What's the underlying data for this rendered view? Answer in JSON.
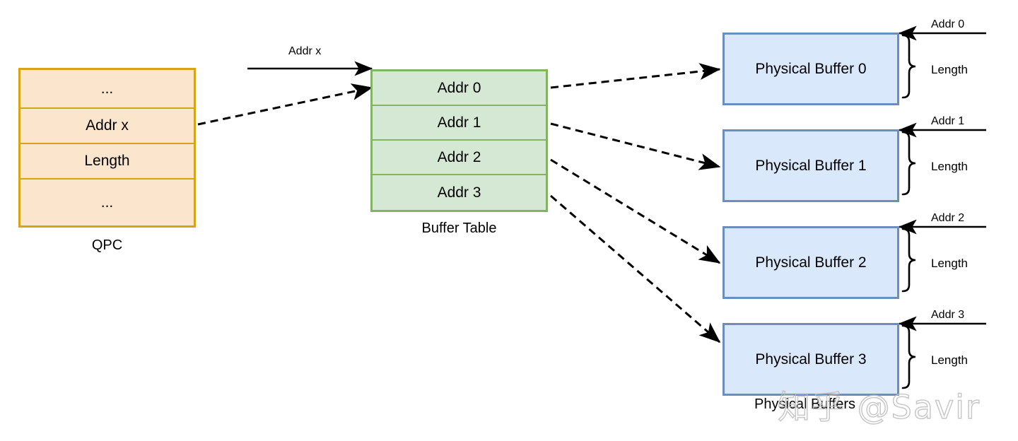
{
  "diagram": {
    "title": "RDMA buffer table address translation diagram",
    "colors": {
      "qpc_border": "#d6a417",
      "qpc_fill": "#fce5cd",
      "buffer_table_border": "#82b366",
      "buffer_table_fill": "#d5e8d4",
      "physical_buffer_border": "#6c8ebf",
      "physical_buffer_fill": "#dae8fc",
      "arrow": "#000000",
      "background": "#ffffff"
    }
  },
  "qpc": {
    "caption": "QPC",
    "rows": [
      {
        "label": "..."
      },
      {
        "label": "Addr x"
      },
      {
        "label": "Length"
      },
      {
        "label": "..."
      }
    ]
  },
  "buffer_table": {
    "caption": "Buffer Table",
    "rows": [
      {
        "label": "Addr 0"
      },
      {
        "label": "Addr 1"
      },
      {
        "label": "Addr 2"
      },
      {
        "label": "Addr 3"
      }
    ]
  },
  "physical_buffers": {
    "caption": "Physical Buffers",
    "items": [
      {
        "label": "Physical Buffer 0",
        "addr_label": "Addr 0",
        "length_label": "Length"
      },
      {
        "label": "Physical Buffer 1",
        "addr_label": "Addr 1",
        "length_label": "Length"
      },
      {
        "label": "Physical Buffer 2",
        "addr_label": "Addr 2",
        "length_label": "Length"
      },
      {
        "label": "Physical Buffer 3",
        "addr_label": "Addr 3",
        "length_label": "Length"
      }
    ]
  },
  "edges": {
    "incoming_addr_label": "Addr x"
  },
  "watermark": {
    "text": "知乎 @Savir"
  }
}
